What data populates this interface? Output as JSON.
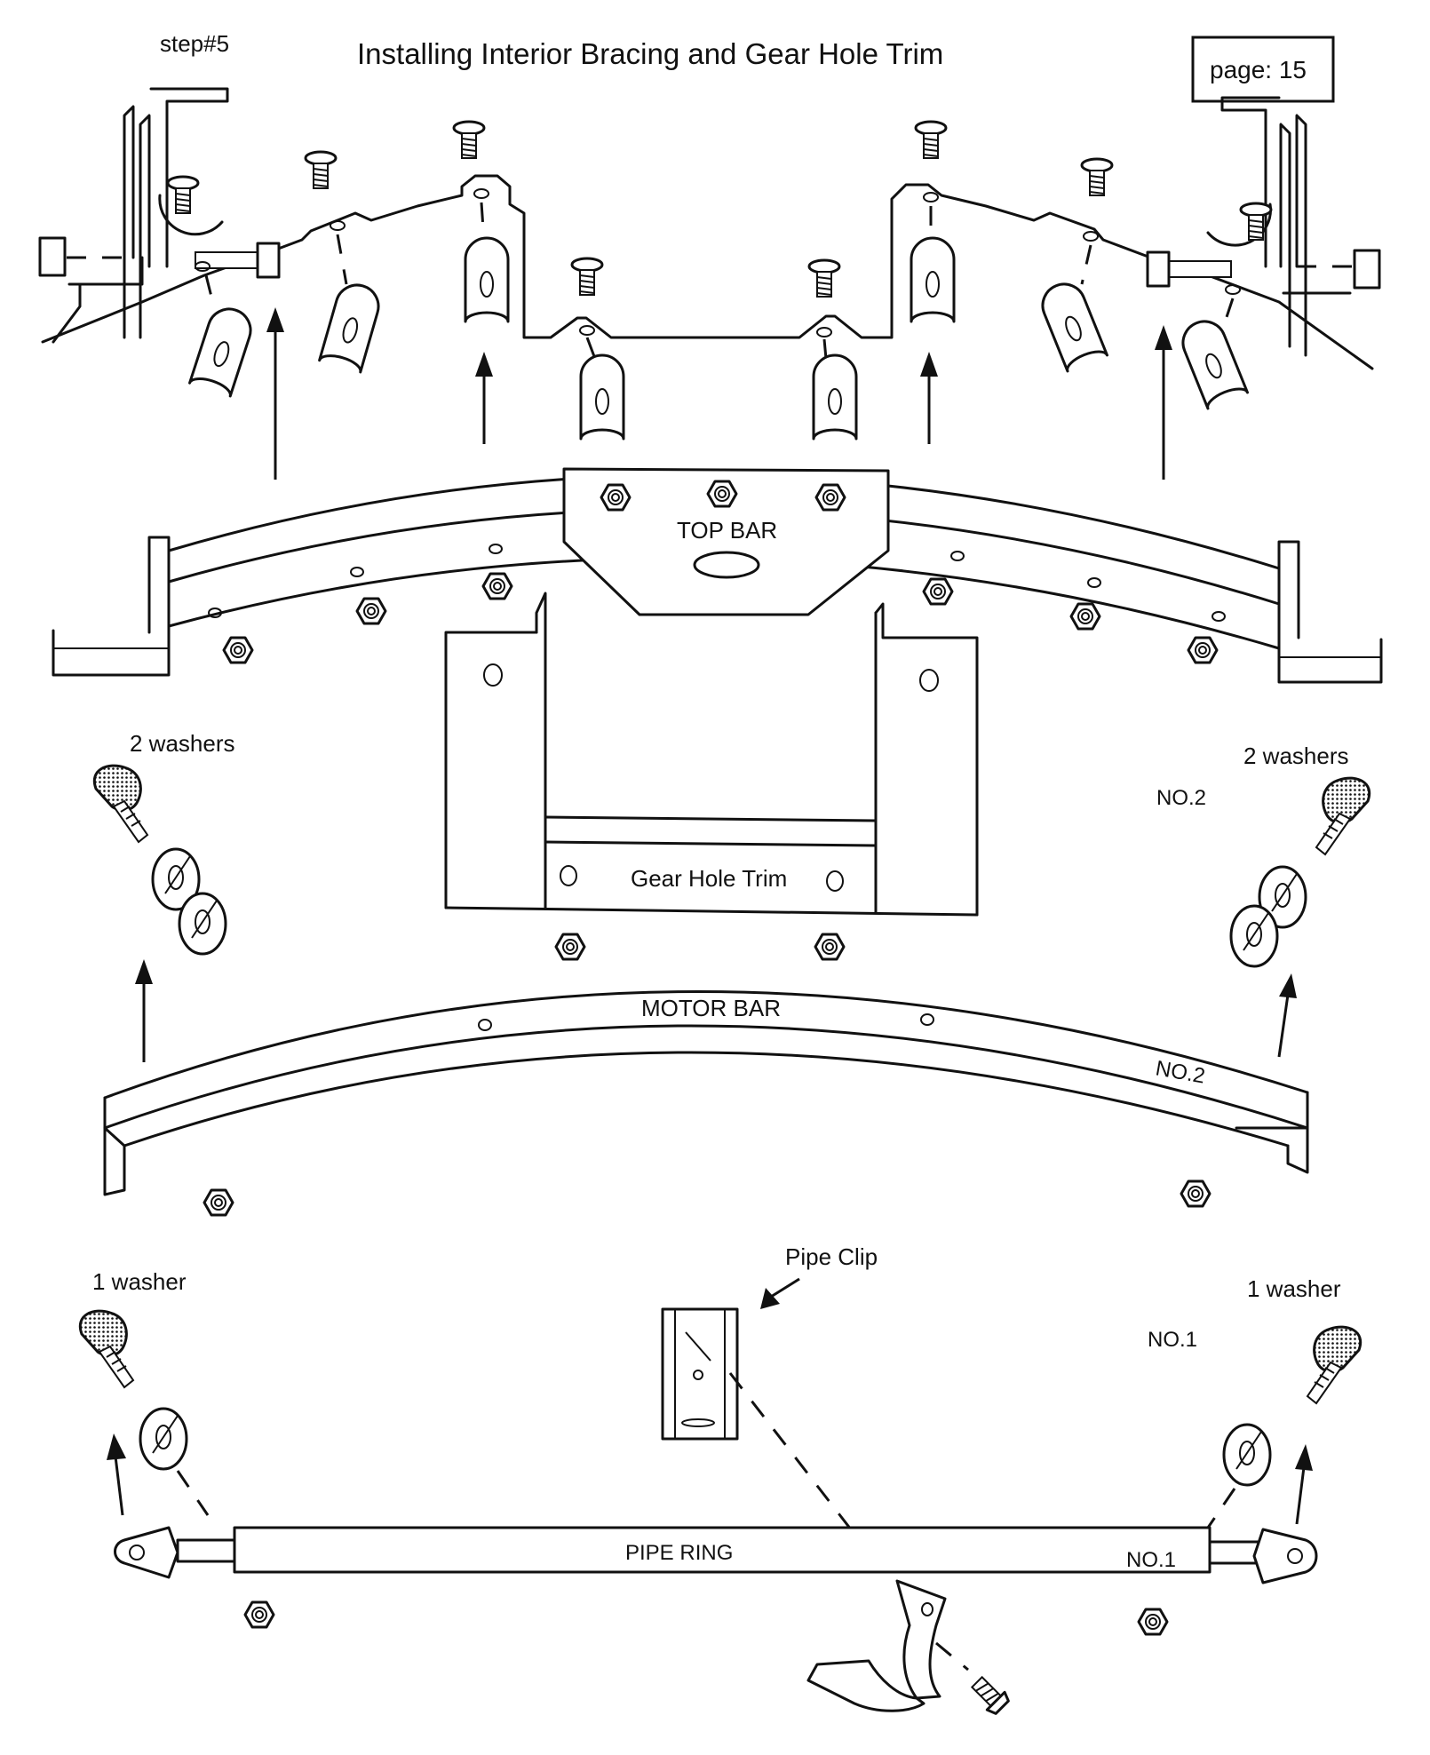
{
  "header": {
    "step": "step#5",
    "title": "Installing Interior Bracing and Gear Hole Trim",
    "page": "page: 15"
  },
  "labels": {
    "top_bar": "TOP BAR",
    "gear_hole_trim": "Gear Hole Trim",
    "motor_bar": "MOTOR BAR",
    "motor_bar_no": "NO.2",
    "left_washers_top": "2 washers",
    "right_washers_top": "2 washers",
    "right_no2": "NO.2",
    "pipe_clip": "Pipe Clip",
    "left_washer_bottom": "1 washer",
    "right_washer_bottom": "1 washer",
    "right_no1": "NO.1",
    "pipe_ring": "PIPE RING",
    "pipe_ring_no": "NO.1"
  }
}
